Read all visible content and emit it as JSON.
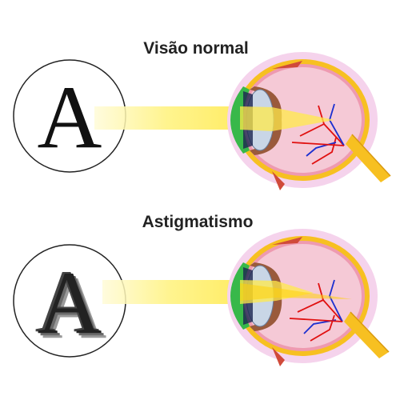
{
  "panels": [
    {
      "title": "Visão normal",
      "letter": "A"
    },
    {
      "title": "Astigmatismo",
      "letter": "A"
    }
  ],
  "colors": {
    "beam": "#ffe040",
    "sclera_outer": "#f5c8e6",
    "sclera_yellow": "#f7c021",
    "retina": "#ee9ab0",
    "interior": "#f7dce3",
    "cornea": "#38b84a",
    "iris": "#9a5a3c",
    "lens": "#c9d6e6",
    "artery": "#e01010",
    "vein": "#1a2fd0",
    "muscle": "#d04a3a"
  },
  "icons": [
    "eye-cross-section-icon"
  ]
}
